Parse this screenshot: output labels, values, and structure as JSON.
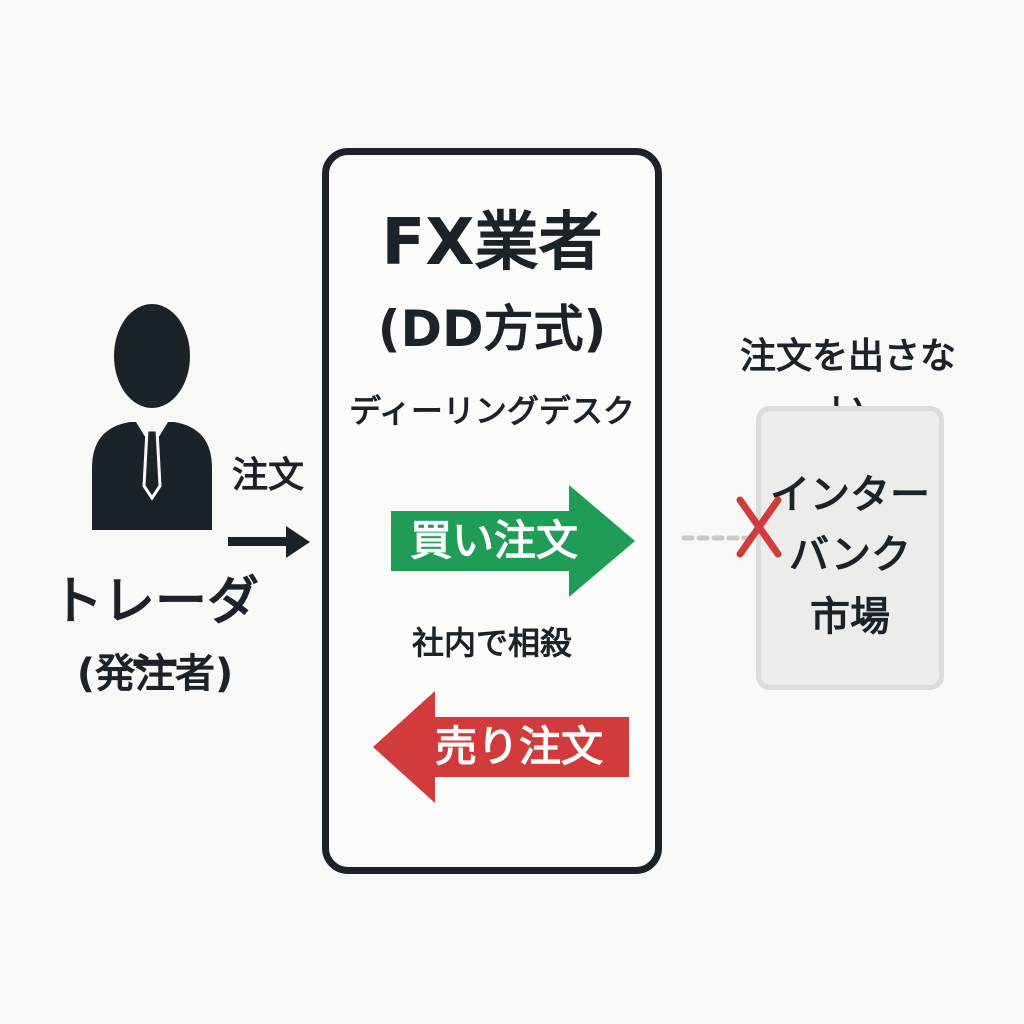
{
  "trader": {
    "label": "トレーダー",
    "sub_label": "(発注者)",
    "icon": "person-icon"
  },
  "order_flow": {
    "label": "注文"
  },
  "dealer": {
    "title": "FX業者",
    "method": "(DD方式)",
    "desk": "ディーリングデスク",
    "buy_order": "買い注文",
    "netting": "社内で相殺",
    "sell_order": "売り注文"
  },
  "no_order": {
    "label": "注文を出さない",
    "icon": "cross-icon"
  },
  "market": {
    "line1": "インター",
    "line2": "バンク",
    "line3": "市場"
  },
  "colors": {
    "buy": "#1f9d57",
    "sell": "#d13b3b",
    "cross": "#d13b3b",
    "dark": "#1c2328",
    "market_bg": "#ececea"
  }
}
